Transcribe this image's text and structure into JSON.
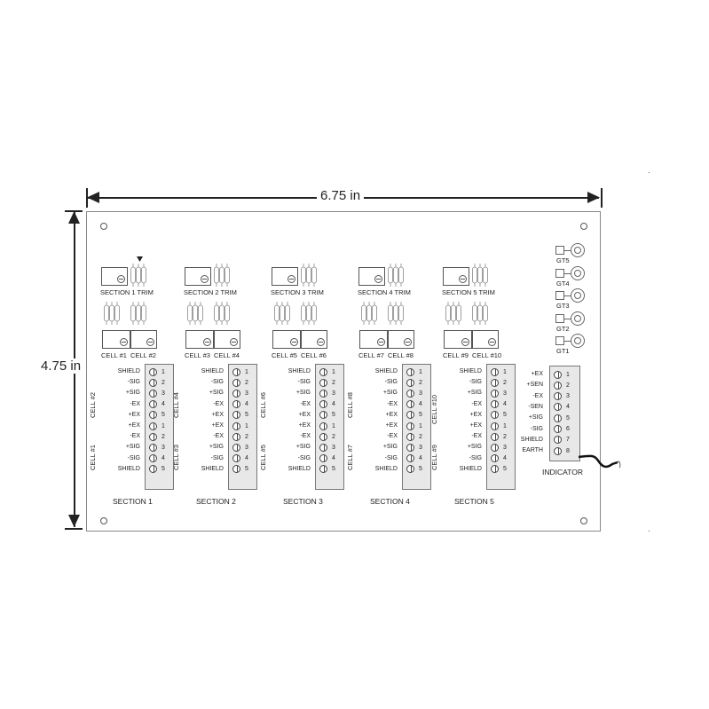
{
  "dimensions": {
    "width_label": "6.75 in",
    "height_label": "4.75 in"
  },
  "sections": [
    {
      "title": "SECTION 1",
      "trim_label": "SECTION 1 TRIM",
      "cell_left": "CELL #1",
      "cell_right": "CELL #2",
      "upper_cell": "CELL #2",
      "lower_cell": "CELL #1",
      "has_marker": true
    },
    {
      "title": "SECTION 2",
      "trim_label": "SECTION 2 TRIM",
      "cell_left": "CELL #3",
      "cell_right": "CELL #4",
      "upper_cell": "CELL #4",
      "lower_cell": "CELL #3",
      "has_marker": false
    },
    {
      "title": "SECTION 3",
      "trim_label": "SECTION 3 TRIM",
      "cell_left": "CELL #5",
      "cell_right": "CELL #6",
      "upper_cell": "CELL #6",
      "lower_cell": "CELL #5",
      "has_marker": false
    },
    {
      "title": "SECTION 4",
      "trim_label": "SECTION 4 TRIM",
      "cell_left": "CELL #7",
      "cell_right": "CELL #8",
      "upper_cell": "CELL #8",
      "lower_cell": "CELL #7",
      "has_marker": false
    },
    {
      "title": "SECTION 5",
      "trim_label": "SECTION 5 TRIM",
      "cell_left": "CELL #9",
      "cell_right": "CELL #10",
      "upper_cell": "CELL #10",
      "lower_cell": "CELL #9",
      "has_marker": false
    }
  ],
  "section_terminals": [
    {
      "signal": "SHIELD",
      "pin": "1"
    },
    {
      "signal": "-SIG",
      "pin": "2"
    },
    {
      "signal": "+SIG",
      "pin": "3"
    },
    {
      "signal": "-EX",
      "pin": "4"
    },
    {
      "signal": "+EX",
      "pin": "5"
    },
    {
      "signal": "+EX",
      "pin": "1"
    },
    {
      "signal": "-EX",
      "pin": "2"
    },
    {
      "signal": "+SIG",
      "pin": "3"
    },
    {
      "signal": "-SIG",
      "pin": "4"
    },
    {
      "signal": "SHIELD",
      "pin": "5"
    }
  ],
  "indicator": {
    "title": "INDICATOR",
    "terminals": [
      {
        "signal": "+EX",
        "pin": "1"
      },
      {
        "signal": "+SEN",
        "pin": "2"
      },
      {
        "signal": "-EX",
        "pin": "3"
      },
      {
        "signal": "-SEN",
        "pin": "4"
      },
      {
        "signal": "+SIG",
        "pin": "5"
      },
      {
        "signal": "-SIG",
        "pin": "6"
      },
      {
        "signal": "SHIELD",
        "pin": "7"
      },
      {
        "signal": "EARTH",
        "pin": "8"
      }
    ]
  },
  "ground_terminals": [
    "GT5",
    "GT4",
    "GT3",
    "GT2",
    "GT1"
  ]
}
